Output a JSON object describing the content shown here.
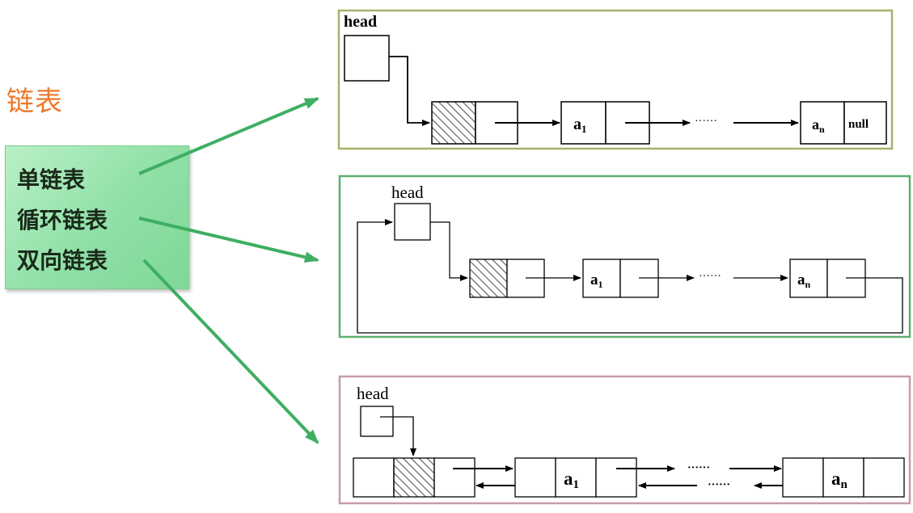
{
  "title": "链表",
  "types": [
    {
      "label": "单链表"
    },
    {
      "label": "循环链表"
    },
    {
      "label": "双向链表"
    }
  ],
  "diagrams": {
    "singly": {
      "head_label": "head",
      "first_label": "a",
      "first_sub": "1",
      "last_label": "a",
      "last_sub": "n",
      "null_label": "null",
      "dots": "······"
    },
    "circular": {
      "head_label": "head",
      "first_label": "a",
      "first_sub": "1",
      "last_label": "a",
      "last_sub": "n",
      "dots": "······"
    },
    "doubly": {
      "head_label": "head",
      "first_label": "a",
      "first_sub": "1",
      "last_label": "a",
      "last_sub": "n",
      "dots": "······"
    }
  },
  "colors": {
    "title": "#ec7a2c",
    "arrow_green": "#3fae62",
    "frame_singly": "#a4b46a",
    "frame_circular": "#5fae6d",
    "frame_doubly": "#c79ab0"
  }
}
